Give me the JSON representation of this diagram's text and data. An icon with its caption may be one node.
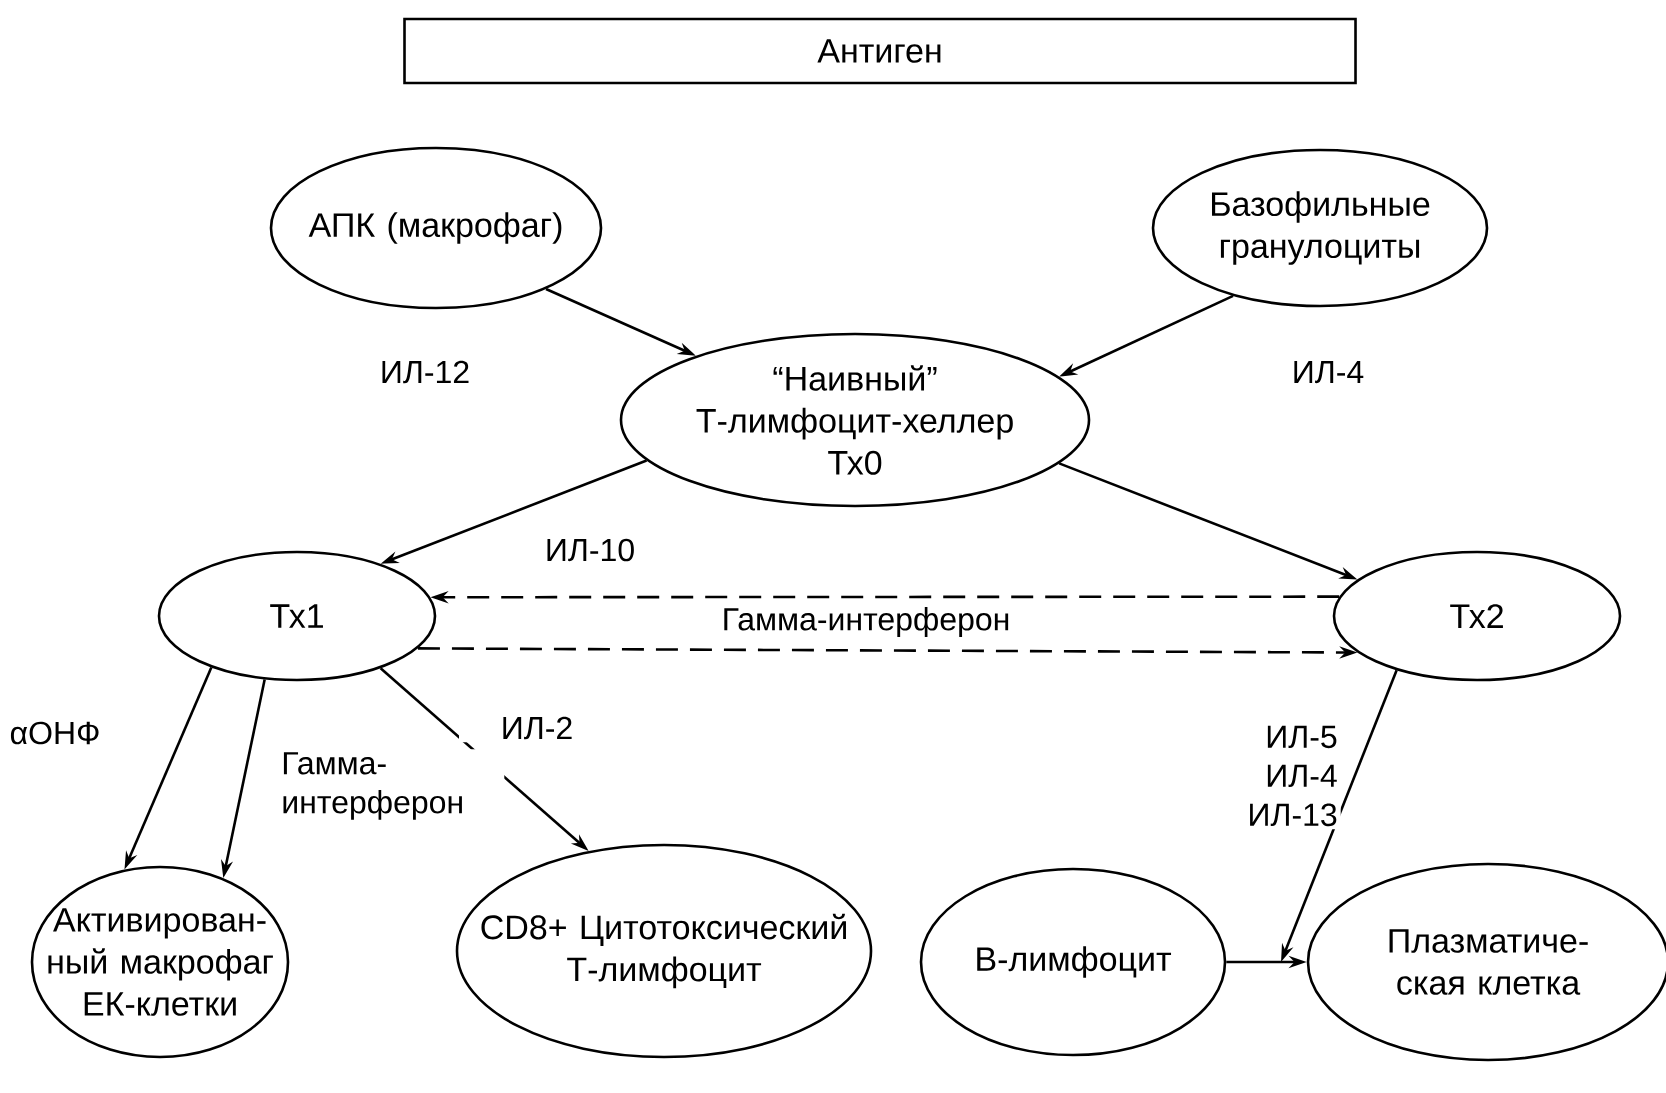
{
  "diagram": {
    "nodes": [
      {
        "text": [
          "Антиген"
        ]
      },
      {
        "text": [
          "АПК (макрофаг)"
        ]
      },
      {
        "text": [
          "Базофильные гранулоциты"
        ]
      },
      {
        "text": [
          "“Наивный” Т-лимфоцит-хеллер Тх0"
        ]
      },
      {
        "text": [
          "Тх1"
        ]
      },
      {
        "text": [
          "Тх2"
        ]
      },
      {
        "text": [
          "Активирован- ный макрофаг ЕК-клетки"
        ]
      },
      {
        "text": [
          "CD8+ Цитотоксический Т-лимфоцит"
        ]
      },
      {
        "text": [
          "В-лимфоцит"
        ]
      },
      {
        "text": [
          "Плазматиче- ская клетка"
        ]
      }
    ],
    "edges": [
      {
        "from": 1,
        "to": 3,
        "arrow": "to",
        "label": "ИЛ-12"
      },
      {
        "from": 2,
        "to": 3,
        "arrow": "to",
        "label": "ИЛ-4"
      },
      {
        "from": 3,
        "to": 4,
        "arrow": "to",
        "label": "ИЛ-10"
      },
      {
        "from": 3,
        "to": 5,
        "arrow": "to"
      },
      {
        "from": 5,
        "to": 4,
        "arrow": "to",
        "style": "dashed"
      },
      {
        "from": 4,
        "to": 5,
        "arrow": "to",
        "style": "dashed",
        "label": "Гамма-интерферон"
      },
      {
        "from": 4,
        "to": 6,
        "arrow": "to",
        "label": "αОНФ"
      },
      {
        "from": 4,
        "to": 6,
        "arrow": "to",
        "label": "Гамма- интерферон"
      },
      {
        "from": 4,
        "to": 7,
        "arrow": "to",
        "label": "ИЛ-2"
      },
      {
        "from": 5,
        "to": 9,
        "arrow": "to",
        "label": "ИЛ-5 ИЛ-4 ИЛ-13"
      },
      {
        "from": 8,
        "to": 9,
        "arrow": "to"
      }
    ]
  }
}
